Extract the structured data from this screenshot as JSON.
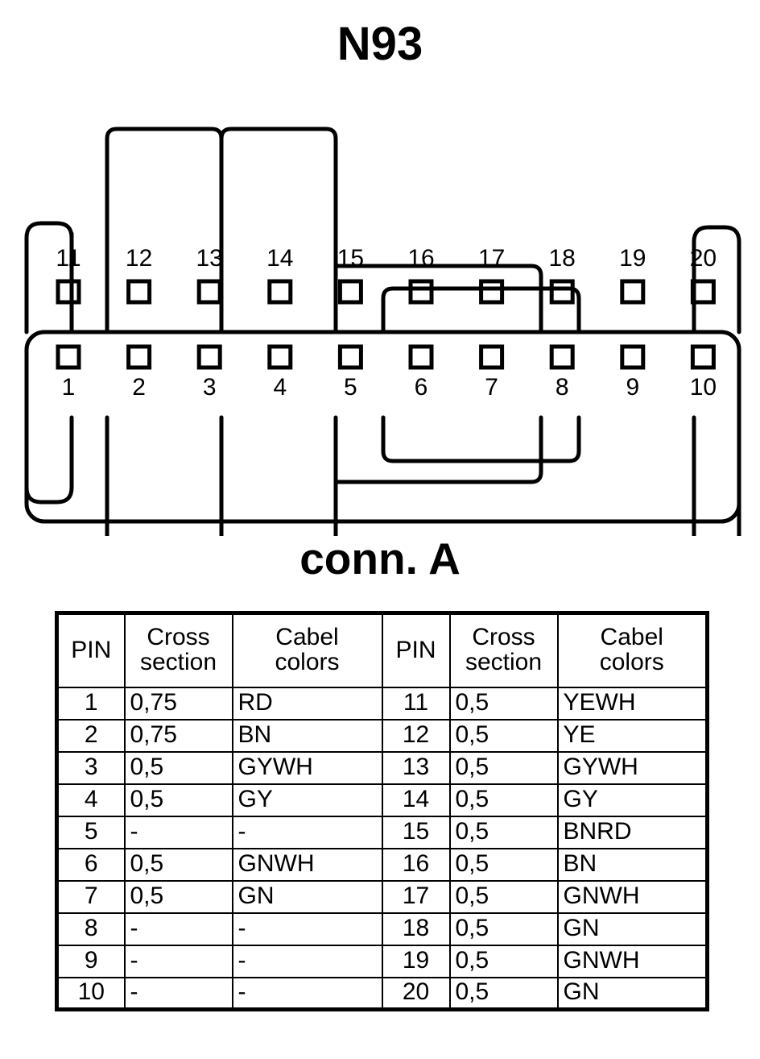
{
  "title": "N93",
  "connector": {
    "caption": "conn. A",
    "top_row_pins": [
      "11",
      "12",
      "13",
      "14",
      "15",
      "16",
      "17",
      "18",
      "19",
      "20"
    ],
    "bottom_row_pins": [
      "1",
      "2",
      "3",
      "4",
      "5",
      "6",
      "7",
      "8",
      "9",
      "10"
    ],
    "line_color": "#000000"
  },
  "table": {
    "headers": {
      "pin": "PIN",
      "cross_section_line1": "Cross",
      "cross_section_line2": "section",
      "cable_colors_line1": "Cabel",
      "cable_colors_line2": "colors"
    },
    "rows": [
      {
        "pin_l": "1",
        "cs_l": "0,75",
        "cc_l": "RD",
        "pin_r": "11",
        "cs_r": "0,5",
        "cc_r": "YEWH"
      },
      {
        "pin_l": "2",
        "cs_l": "0,75",
        "cc_l": "BN",
        "pin_r": "12",
        "cs_r": "0,5",
        "cc_r": "YE"
      },
      {
        "pin_l": "3",
        "cs_l": "0,5",
        "cc_l": "GYWH",
        "pin_r": "13",
        "cs_r": "0,5",
        "cc_r": "GYWH"
      },
      {
        "pin_l": "4",
        "cs_l": "0,5",
        "cc_l": "GY",
        "pin_r": "14",
        "cs_r": "0,5",
        "cc_r": "GY"
      },
      {
        "pin_l": "5",
        "cs_l": "-",
        "cc_l": "-",
        "pin_r": "15",
        "cs_r": "0,5",
        "cc_r": "BNRD"
      },
      {
        "pin_l": "6",
        "cs_l": "0,5",
        "cc_l": "GNWH",
        "pin_r": "16",
        "cs_r": "0,5",
        "cc_r": "BN"
      },
      {
        "pin_l": "7",
        "cs_l": "0,5",
        "cc_l": "GN",
        "pin_r": "17",
        "cs_r": "0,5",
        "cc_r": "GNWH"
      },
      {
        "pin_l": "8",
        "cs_l": "-",
        "cc_l": "-",
        "pin_r": "18",
        "cs_r": "0,5",
        "cc_r": "GN"
      },
      {
        "pin_l": "9",
        "cs_l": "-",
        "cc_l": "-",
        "pin_r": "19",
        "cs_r": "0,5",
        "cc_r": "GNWH"
      },
      {
        "pin_l": "10",
        "cs_l": "-",
        "cc_l": "-",
        "pin_r": "20",
        "cs_r": "0,5",
        "cc_r": "GN"
      }
    ]
  }
}
